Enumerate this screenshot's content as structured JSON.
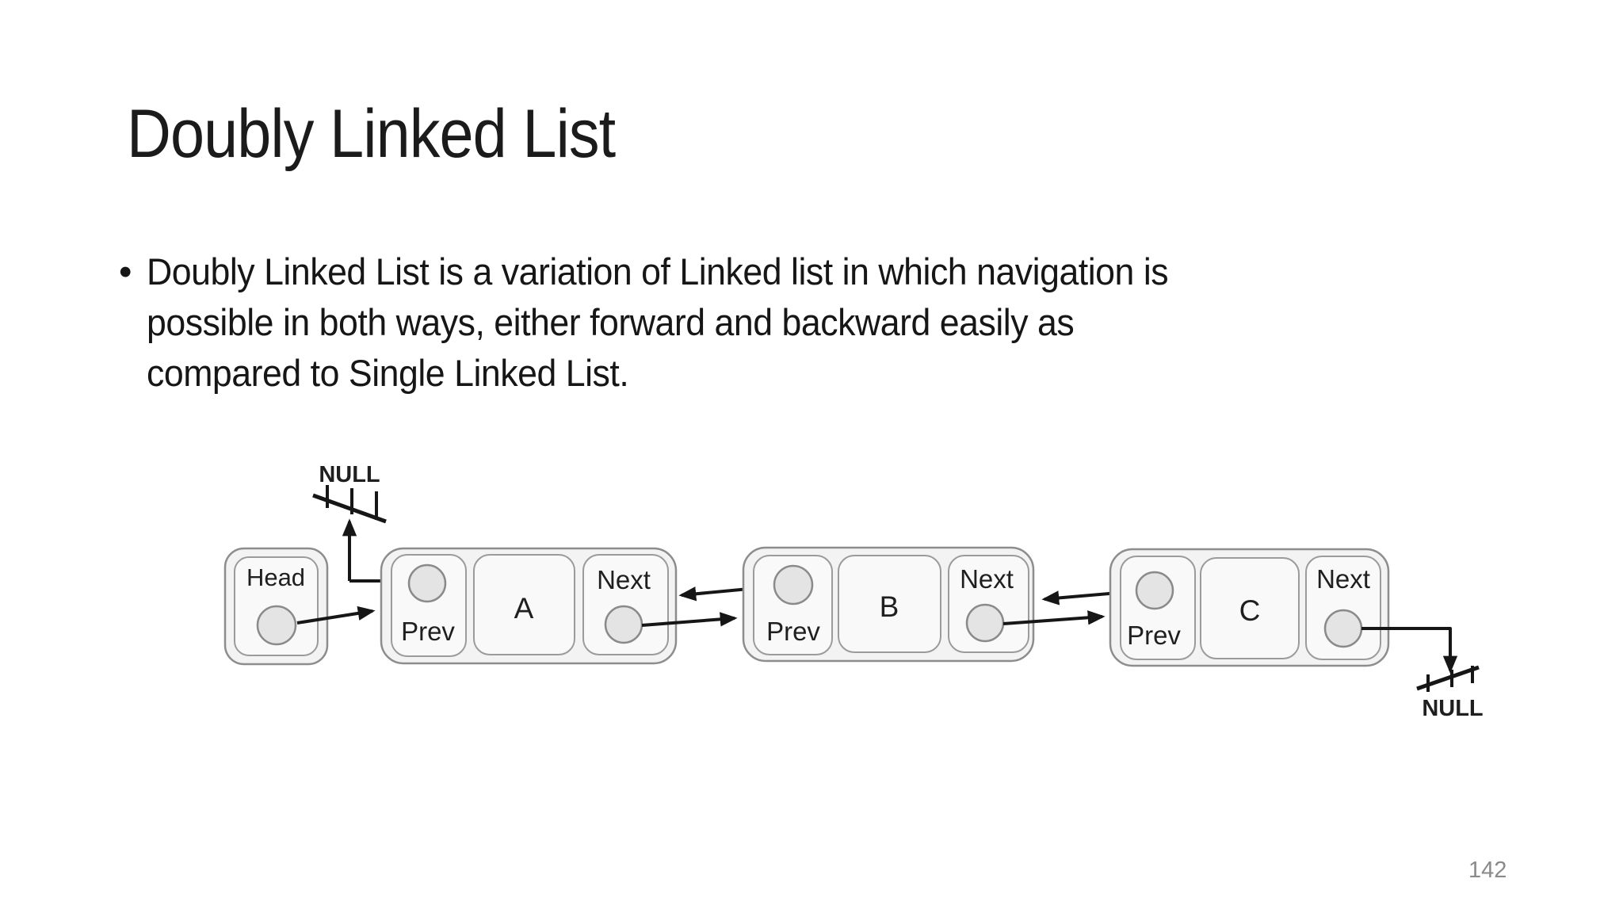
{
  "theme": {
    "slide-bg": "#ffffff",
    "ink": "#1b1b1b",
    "text": "#161616",
    "page-num": "#8a8a8a",
    "box-border": "#8d8d8d",
    "section-border": "#9b9b9b",
    "outer-fill": "#f3f3f3",
    "section-fill": "#f9f9f9",
    "circle-fill": "#e4e4e4",
    "circle-border": "#8a8a8a",
    "arrow": "#161616",
    "diagram-text": "#1f1f1f"
  },
  "slide": {
    "title": "Doubly Linked List",
    "bullet_char": "•",
    "bullet_lines": [
      "Doubly Linked List is a variation of Linked list in which navigation is",
      "possible in both ways, either forward and backward easily as",
      "compared to Single Linked List."
    ],
    "page_number": "142"
  },
  "diagram": {
    "head_label": "Head",
    "null_top": "NULL",
    "null_bottom": "NULL",
    "nodes": [
      {
        "value": "A",
        "prev": "Prev",
        "next": "Next"
      },
      {
        "value": "B",
        "prev": "Prev",
        "next": "Next"
      },
      {
        "value": "C",
        "prev": "Prev",
        "next": "Next"
      }
    ]
  }
}
